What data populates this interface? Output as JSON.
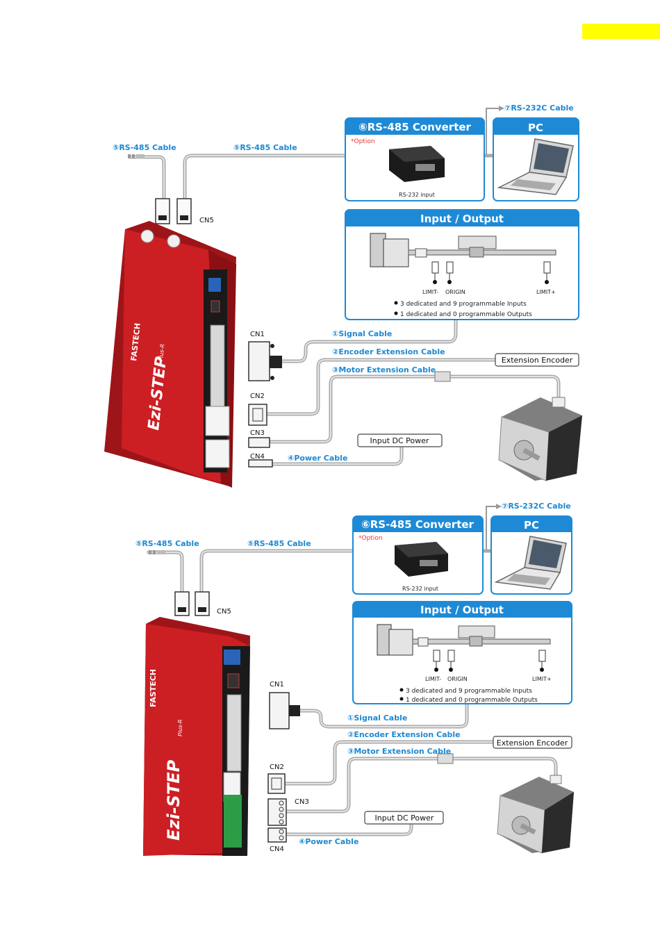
{
  "colors": {
    "yellow_tab": "#ffff00",
    "panel_blue": "#1e8ad6",
    "label_blue": "#1e88d0",
    "driver_red": "#cc1f24",
    "cable_gray": "#a9a9a9"
  },
  "diagram1": {
    "rs485_cable_left": "⑤RS-485 Cable",
    "rs485_cable_right": "⑤RS-485 Cable",
    "rs232c_cable": "⑦RS-232C Cable",
    "converter_title": "⑥RS-485 Converter",
    "converter_option": "*Option",
    "converter_input": "RS-232 input",
    "pc_title": "PC",
    "io_title": "Input / Output",
    "limit_minus": "LIMIT-",
    "origin": "ORIGIN",
    "limit_plus": "LIMIT+",
    "inputs_note": "3 dedicated and 9 programmable Inputs",
    "outputs_note": "1 dedicated and 0 programmable Outputs",
    "cn5": "CN5",
    "cn1": "CN1",
    "cn2": "CN2",
    "cn3": "CN3",
    "cn4": "CN4",
    "signal_cable": "①Signal Cable",
    "encoder_cable": "②Encoder Extension Cable",
    "motor_cable": "③Motor Extension Cable",
    "power_cable": "④Power Cable",
    "extension_encoder": "Extension Encoder",
    "input_dc_power": "Input DC Power",
    "brand": "FASTECH",
    "product": "Ezi-STEP",
    "product_suffix": "Plus-R"
  },
  "diagram2": {
    "rs485_cable_left": "⑤RS-485 Cable",
    "rs485_cable_right": "⑤RS-485 Cable",
    "rs232c_cable": "⑦RS-232C Cable",
    "converter_title": "⑥RS-485 Converter",
    "converter_option": "*Option",
    "converter_input": "RS-232 input",
    "pc_title": "PC",
    "io_title": "Input / Output",
    "limit_minus": "LIMIT-",
    "origin": "ORIGIN",
    "limit_plus": "LIMIT+",
    "inputs_note": "3 dedicated and 9 programmable Inputs",
    "outputs_note": "1 dedicated and 0 programmable Outputs",
    "cn5": "CN5",
    "cn1": "CN1",
    "cn2": "CN2",
    "cn3": "CN3",
    "cn4": "CN4",
    "signal_cable": "①Signal Cable",
    "encoder_cable": "②Encoder Extension Cable",
    "motor_cable": "③Motor Extension Cable",
    "power_cable": "④Power Cable",
    "extension_encoder": "Extension Encoder",
    "input_dc_power": "Input DC Power",
    "brand": "FASTECH",
    "product": "Ezi-STEP",
    "product_suffix": "Plus-R"
  }
}
